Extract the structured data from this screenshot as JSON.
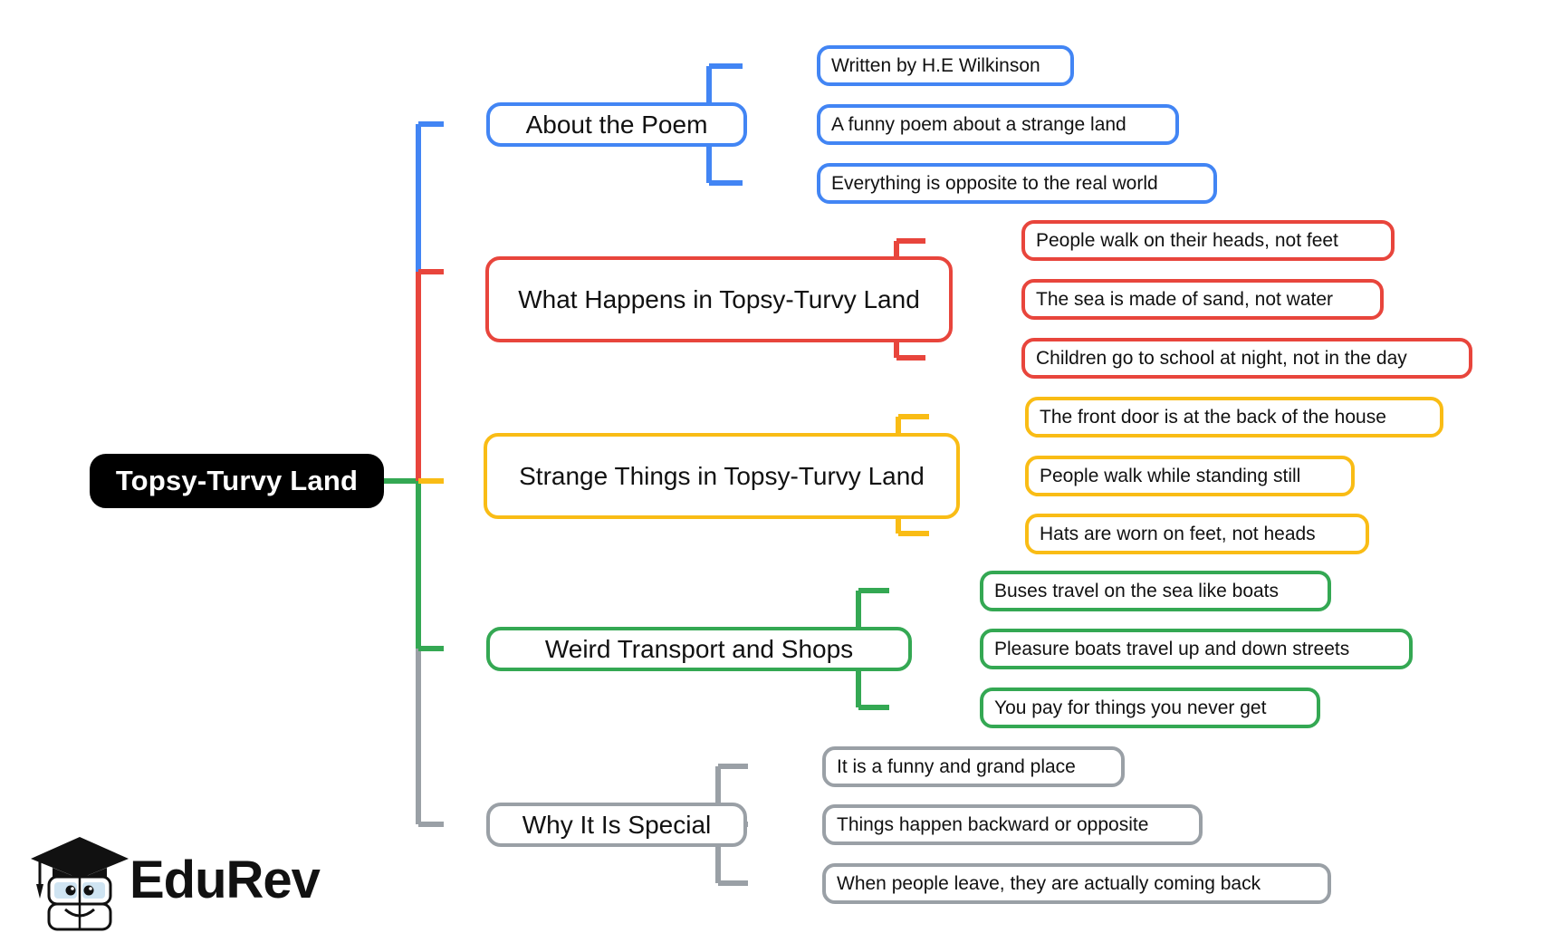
{
  "mindmap": {
    "root": {
      "label": "Topsy-Turvy Land",
      "color": "#000000"
    },
    "branches": [
      {
        "label": "About the Poem",
        "color": "#4285f4",
        "children": [
          "Written by H.E Wilkinson",
          "A funny poem about a strange land",
          "Everything is opposite to the real world"
        ]
      },
      {
        "label": "What Happens in Topsy-Turvy Land",
        "color": "#e8453c",
        "children": [
          "People walk on their heads, not feet",
          "The sea is made of sand, not water",
          "Children go to school at night, not in the day"
        ]
      },
      {
        "label": "Strange Things in Topsy-Turvy Land",
        "color": "#f9bc15",
        "children": [
          "The front door is at the back of the house",
          "People walk while standing still",
          "Hats are worn on feet, not heads"
        ]
      },
      {
        "label": "Weird Transport and Shops",
        "color": "#34a853",
        "children": [
          "Buses travel on the sea like boats",
          "Pleasure boats travel up and down streets",
          "You pay for things you never get"
        ]
      },
      {
        "label": "Why It Is Special",
        "color": "#9aa0a6",
        "children": [
          "It is a funny and grand place",
          "Things happen backward or opposite",
          "When people leave, they are actually coming back"
        ]
      }
    ]
  },
  "logo": {
    "wordmark": "EduRev",
    "cap_color": "#111111",
    "face_color": "#cfe4f2"
  }
}
